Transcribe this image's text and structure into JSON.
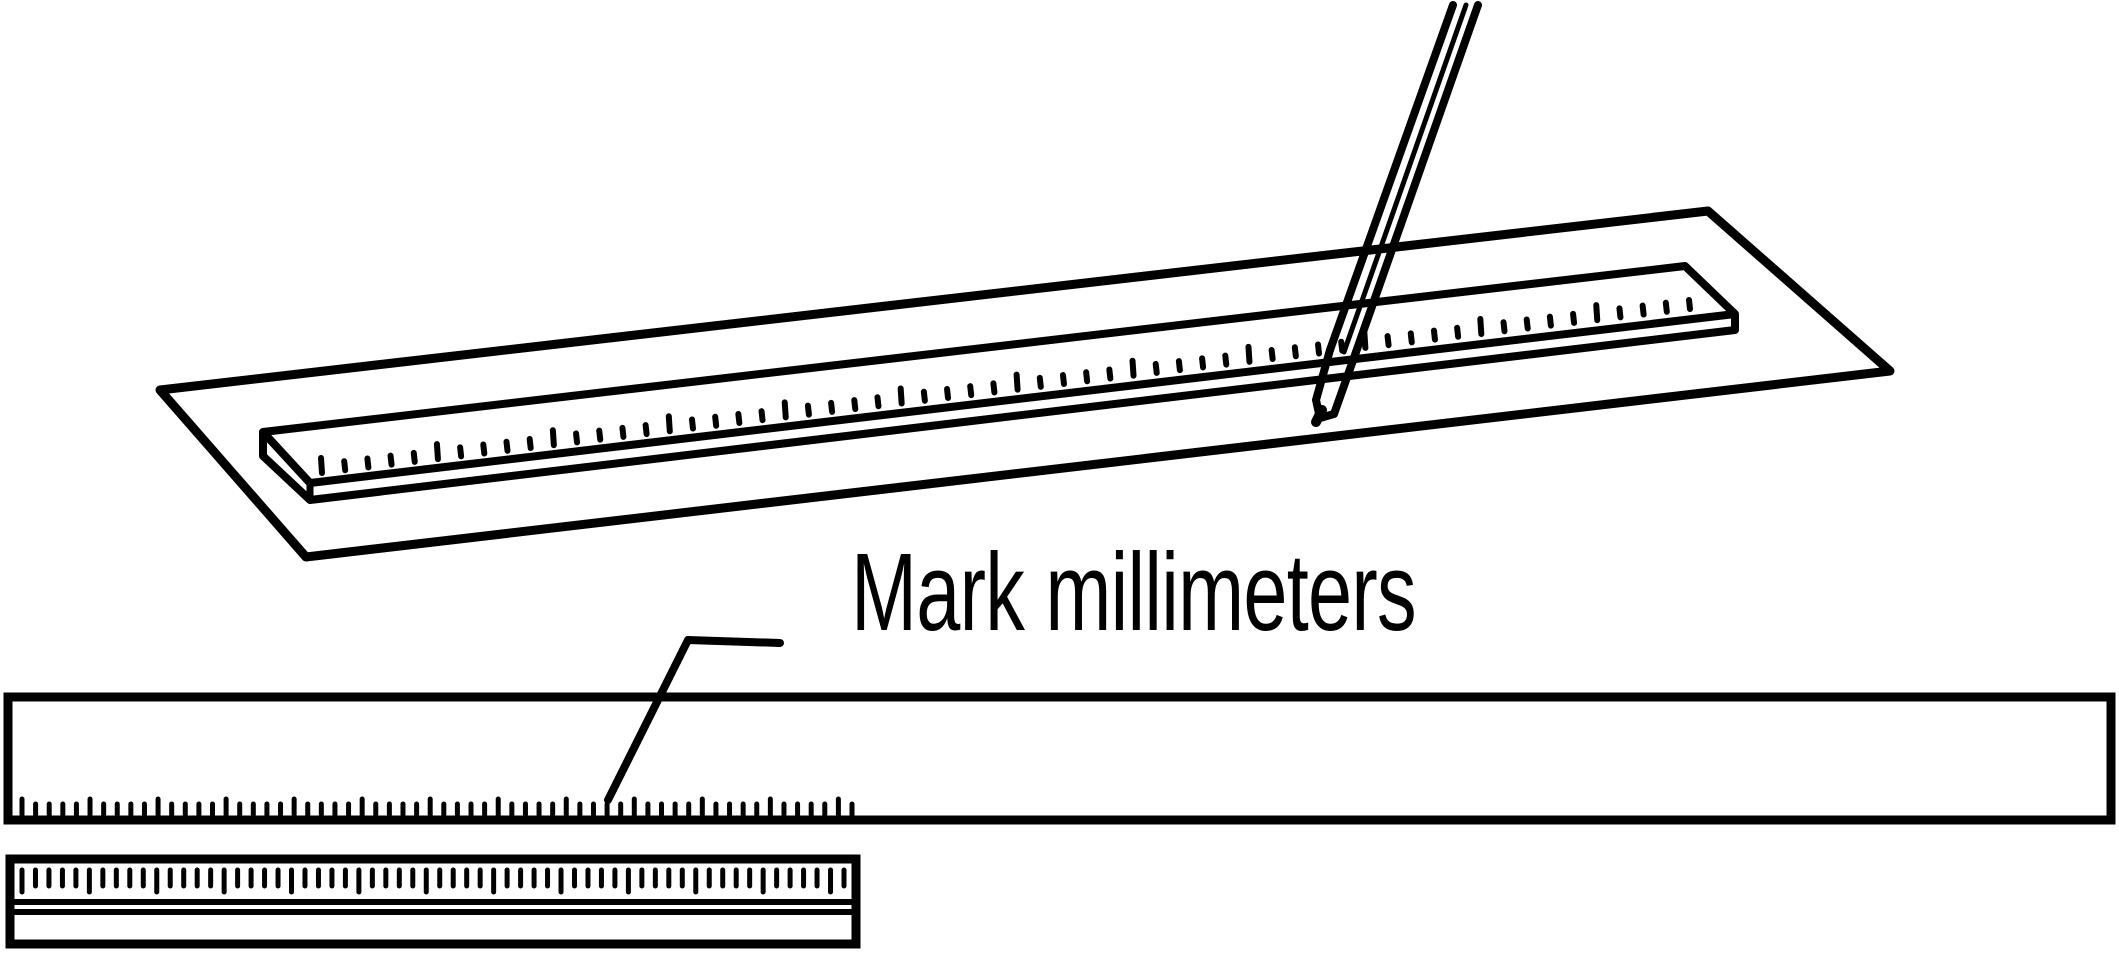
{
  "annotation": {
    "text": "Mark millimeters"
  },
  "colors": {
    "ink": "#000000",
    "paper": "#ffffff"
  },
  "scene": {
    "top_view": "ruler placed on a strip with pencil marking millimetre ticks",
    "bottom_view": "marked strip above the ruler, ticks transferred along the bottom edge"
  }
}
